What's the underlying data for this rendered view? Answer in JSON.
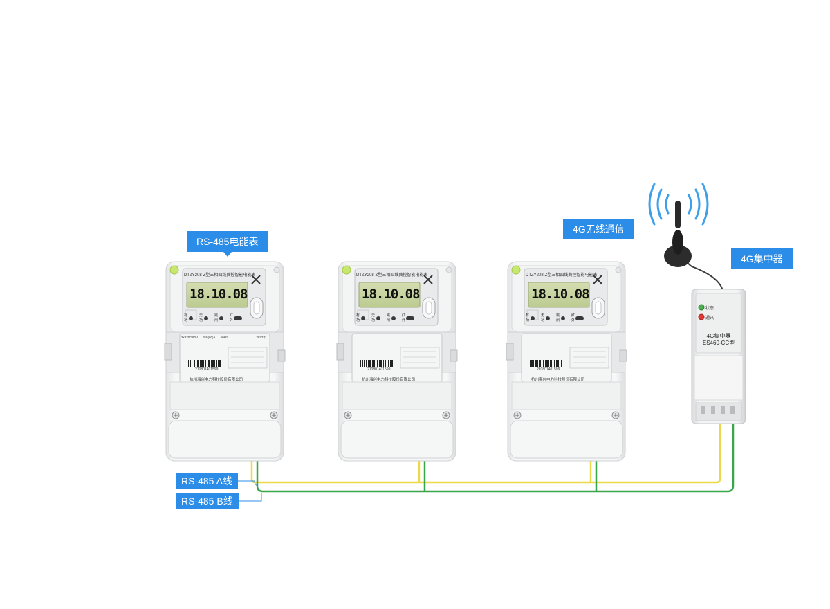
{
  "callouts": {
    "meter_label": "RS-485电能表",
    "wireless_label": "4G无线通信",
    "concentrator_label": "4G集中器"
  },
  "wires": {
    "a_line_label": "RS-485 A线",
    "b_line_label": "RS-485 B线"
  },
  "meter": {
    "model_title": "DTZY208-Z型三相四线费控智能电能表",
    "lcd_reading": "18.10.08",
    "indicators": [
      "有功",
      "无功",
      "跳闸",
      "红外"
    ],
    "rating_left": "3x220/380V",
    "rating_mid": "3x5(60)A",
    "freq_label": "50Hz",
    "serial_number": "210801401599",
    "manufacturer": "杭州海兴电力科技股份有限公司",
    "year": "2022年"
  },
  "concentrator": {
    "status_led_label": "状态",
    "comm_led_label": "通讯",
    "name_line1": "4G集中器",
    "name_line2": "ES460-CC型"
  },
  "colors": {
    "accent": "#2b8de8",
    "wire_a": "#ecd94a",
    "wire_b": "#3aa64a",
    "lcd_bg": "#c9d6a4",
    "meter_body": "#f1f2f2",
    "power_led": "#c6e86e"
  }
}
